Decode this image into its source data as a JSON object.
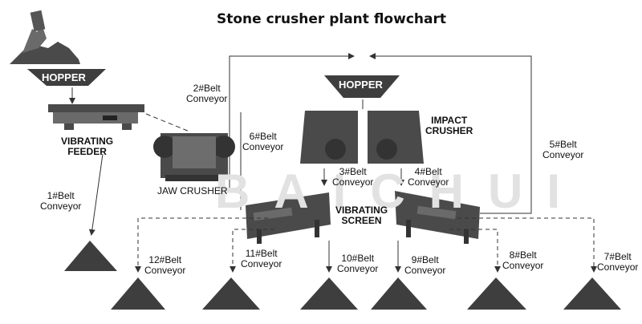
{
  "diagram": {
    "title": "Stone crusher plant flowchart",
    "watermark": "BAICHUI",
    "equipment": {
      "hopper_left": "HOPPER",
      "hopper_top": "HOPPER",
      "vibrating_feeder": "VIBRATING\nFEEDER",
      "jaw_crusher": "JAW CRUSHER",
      "impact_crusher": "IMPACT\nCRUSHER",
      "vibrating_screen": "VIBRATING\nSCREEN"
    },
    "conveyors": {
      "c1": "1#Belt\nConveyor",
      "c2": "2#Belt\nConveyor",
      "c3": "3#Belt\nConveyor",
      "c4": "4#Belt\nConveyor",
      "c5": "5#Belt\nConveyor",
      "c6": "6#Belt\nConveyor",
      "c7": "7#Belt\nConveyor",
      "c8": "8#Belt\nConveyor",
      "c9": "9#Belt\nConveyor",
      "c10": "10#Belt\nConveyor",
      "c11": "11#Belt\nConveyor",
      "c12": "12#Belt\nConveyor"
    }
  }
}
